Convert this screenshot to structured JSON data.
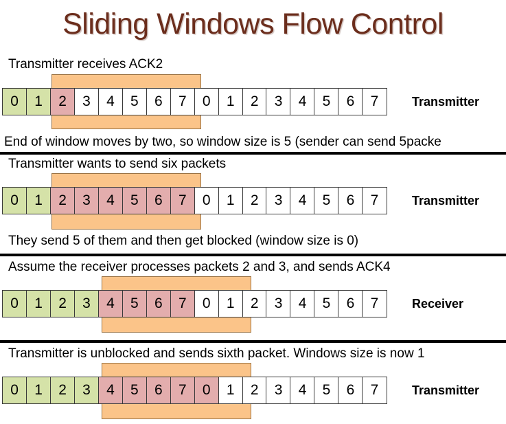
{
  "slide": {
    "title": "Sliding Windows Flow Control",
    "title_color": "#6b2d1c",
    "background": "#ffffff"
  },
  "legend_colors": {
    "acknowledged_green": "#d5e2a8",
    "sent_pink": "#e3adad",
    "unsent_white": "#ffffff",
    "window_orange": "#fbc489",
    "cell_border": "#3a3a3a",
    "window_border": "#9a7243"
  },
  "panels": [
    {
      "id": "panel-1",
      "caption_top": "Transmitter receives ACK2",
      "caption_bottom": "End of window moves by two, so window size is 5 (sender can send 5packe",
      "role_label": "Transmitter",
      "cells": [
        {
          "value": "0",
          "state": "green"
        },
        {
          "value": "1",
          "state": "green"
        },
        {
          "value": "2",
          "state": "pink"
        },
        {
          "value": "3",
          "state": "white"
        },
        {
          "value": "4",
          "state": "white"
        },
        {
          "value": "5",
          "state": "white"
        },
        {
          "value": "6",
          "state": "white"
        },
        {
          "value": "7",
          "state": "white"
        },
        {
          "value": "0",
          "state": "white"
        },
        {
          "value": "1",
          "state": "white"
        },
        {
          "value": "2",
          "state": "white"
        },
        {
          "value": "3",
          "state": "white"
        },
        {
          "value": "4",
          "state": "white"
        },
        {
          "value": "5",
          "state": "white"
        },
        {
          "value": "6",
          "state": "white"
        },
        {
          "value": "7",
          "state": "white"
        }
      ],
      "window": {
        "start_index": 2,
        "span": 6
      }
    },
    {
      "id": "panel-2",
      "caption_top": "Transmitter wants to send six packets",
      "caption_bottom": "They send 5 of them and then get blocked (window size is 0)",
      "role_label": "Transmitter",
      "cells": [
        {
          "value": "0",
          "state": "green"
        },
        {
          "value": "1",
          "state": "green"
        },
        {
          "value": "2",
          "state": "pink"
        },
        {
          "value": "3",
          "state": "pink"
        },
        {
          "value": "4",
          "state": "pink"
        },
        {
          "value": "5",
          "state": "pink"
        },
        {
          "value": "6",
          "state": "pink"
        },
        {
          "value": "7",
          "state": "pink"
        },
        {
          "value": "0",
          "state": "white"
        },
        {
          "value": "1",
          "state": "white"
        },
        {
          "value": "2",
          "state": "white"
        },
        {
          "value": "3",
          "state": "white"
        },
        {
          "value": "4",
          "state": "white"
        },
        {
          "value": "5",
          "state": "white"
        },
        {
          "value": "6",
          "state": "white"
        },
        {
          "value": "7",
          "state": "white"
        }
      ],
      "window": {
        "start_index": 2,
        "span": 6
      }
    },
    {
      "id": "panel-3",
      "caption_top": "Assume the receiver processes packets 2 and 3, and sends ACK4",
      "caption_bottom": "",
      "role_label": "Receiver",
      "cells": [
        {
          "value": "0",
          "state": "green"
        },
        {
          "value": "1",
          "state": "green"
        },
        {
          "value": "2",
          "state": "green"
        },
        {
          "value": "3",
          "state": "green"
        },
        {
          "value": "4",
          "state": "pink"
        },
        {
          "value": "5",
          "state": "pink"
        },
        {
          "value": "6",
          "state": "pink"
        },
        {
          "value": "7",
          "state": "pink"
        },
        {
          "value": "0",
          "state": "white"
        },
        {
          "value": "1",
          "state": "white"
        },
        {
          "value": "2",
          "state": "white"
        },
        {
          "value": "3",
          "state": "white"
        },
        {
          "value": "4",
          "state": "white"
        },
        {
          "value": "5",
          "state": "white"
        },
        {
          "value": "6",
          "state": "white"
        },
        {
          "value": "7",
          "state": "white"
        }
      ],
      "window": {
        "start_index": 4,
        "span": 6
      }
    },
    {
      "id": "panel-4",
      "caption_top": "Transmitter is unblocked and sends sixth packet. Windows size is now 1",
      "caption_bottom": "",
      "role_label": "Transmitter",
      "cells": [
        {
          "value": "0",
          "state": "green"
        },
        {
          "value": "1",
          "state": "green"
        },
        {
          "value": "2",
          "state": "green"
        },
        {
          "value": "3",
          "state": "green"
        },
        {
          "value": "4",
          "state": "pink"
        },
        {
          "value": "5",
          "state": "pink"
        },
        {
          "value": "6",
          "state": "pink"
        },
        {
          "value": "7",
          "state": "pink"
        },
        {
          "value": "0",
          "state": "pink"
        },
        {
          "value": "1",
          "state": "white"
        },
        {
          "value": "2",
          "state": "white"
        },
        {
          "value": "3",
          "state": "white"
        },
        {
          "value": "4",
          "state": "white"
        },
        {
          "value": "5",
          "state": "white"
        },
        {
          "value": "6",
          "state": "white"
        },
        {
          "value": "7",
          "state": "white"
        }
      ],
      "window": {
        "start_index": 4,
        "span": 6
      }
    }
  ]
}
